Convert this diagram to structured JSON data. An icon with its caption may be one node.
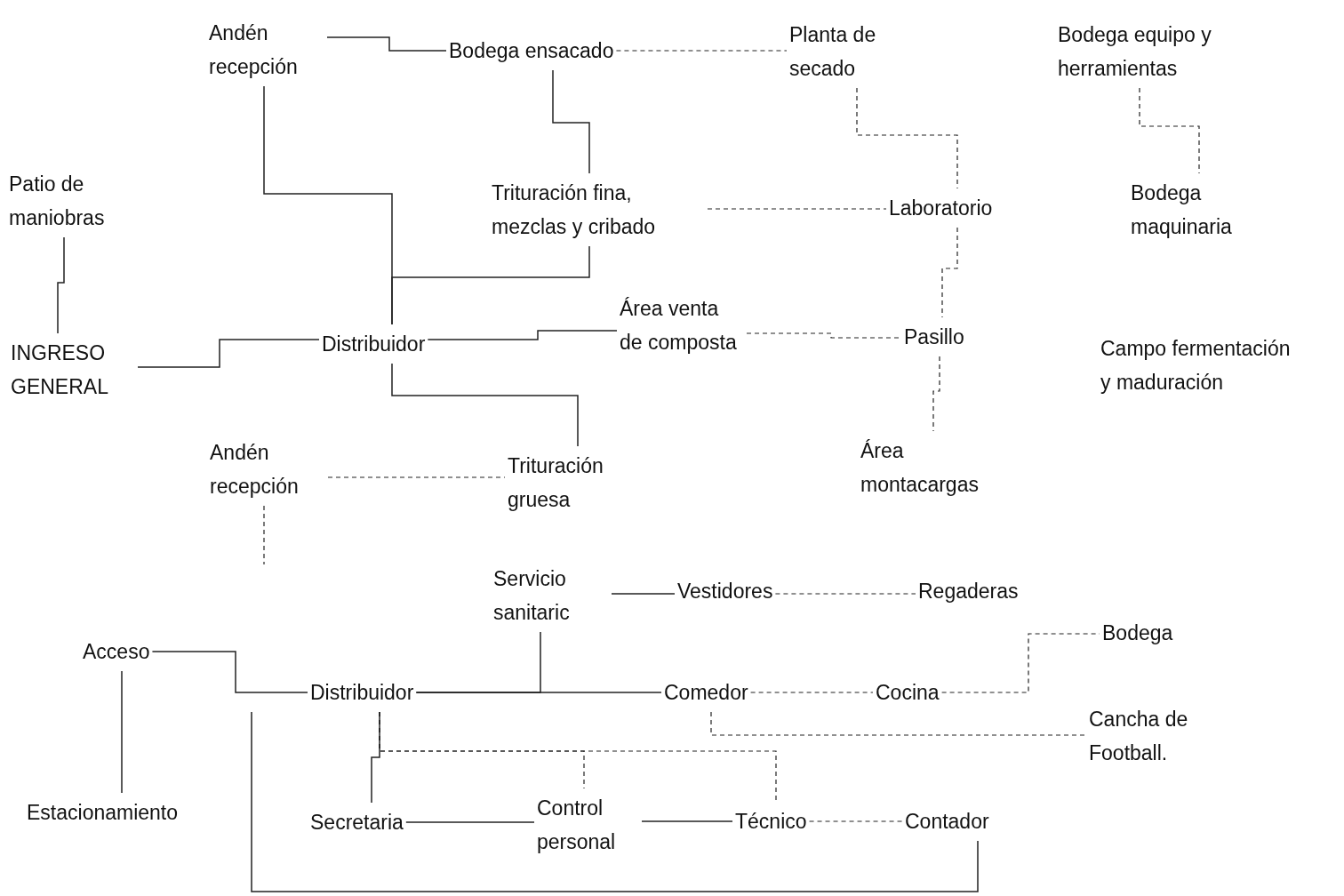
{
  "diagram": {
    "nodes": [
      {
        "text": [
          "Andén recepción"
        ]
      },
      {
        "text": [
          "Bodega ensacado"
        ]
      },
      {
        "text": [
          "Planta de secado"
        ]
      },
      {
        "text": [
          "Bodega equipo y herramientas"
        ]
      },
      {
        "text": [
          "Patio de maniobras"
        ]
      },
      {
        "text": [
          "Trituración fina, mezclas y cribado"
        ]
      },
      {
        "text": [
          "Laboratorio"
        ]
      },
      {
        "text": [
          "Bodega maquinaria"
        ]
      },
      {
        "text": [
          "Área venta de composta"
        ]
      },
      {
        "text": [
          "INGRESO GENERAL"
        ]
      },
      {
        "text": [
          "Distribuidor"
        ]
      },
      {
        "text": [
          "Pasillo"
        ]
      },
      {
        "text": [
          "Campo fermentación y maduración"
        ]
      },
      {
        "text": [
          "Andén recepción"
        ]
      },
      {
        "text": [
          "Trituración gruesa"
        ]
      },
      {
        "text": [
          "Área montacargas"
        ]
      },
      {
        "text": [
          "Servicio sanitaric"
        ]
      },
      {
        "text": [
          "Vestidores"
        ]
      },
      {
        "text": [
          "Regaderas"
        ]
      },
      {
        "text": [
          "Acceso"
        ]
      },
      {
        "text": [
          "Bodega"
        ]
      },
      {
        "text": [
          "Distribuidor"
        ]
      },
      {
        "text": [
          "Comedor"
        ]
      },
      {
        "text": [
          "Cocina"
        ]
      },
      {
        "text": [
          "Cancha de Football."
        ]
      },
      {
        "text": [
          "Estacionamiento"
        ]
      },
      {
        "text": [
          "Secretaria"
        ]
      },
      {
        "text": [
          "Control personal"
        ]
      },
      {
        "text": [
          "Técnico"
        ]
      },
      {
        "text": [
          "Contador"
        ]
      }
    ],
    "edges": [
      {
        "from": 0,
        "to": 1,
        "arrow": "none"
      },
      {
        "from": 1,
        "to": 2,
        "arrow": "none",
        "style": "dashed"
      },
      {
        "from": 1,
        "to": 5,
        "arrow": "none"
      },
      {
        "from": 0,
        "to": 10,
        "arrow": "none"
      },
      {
        "from": 5,
        "to": 10,
        "arrow": "none"
      },
      {
        "from": 2,
        "to": 6,
        "arrow": "none",
        "style": "dashed"
      },
      {
        "from": 3,
        "to": 7,
        "arrow": "none",
        "style": "dashed"
      },
      {
        "from": 5,
        "to": 6,
        "arrow": "none",
        "style": "dashed"
      },
      {
        "from": 6,
        "to": 11,
        "arrow": "none",
        "style": "dashed"
      },
      {
        "from": 4,
        "to": 9,
        "arrow": "none"
      },
      {
        "from": 9,
        "to": 10,
        "arrow": "none"
      },
      {
        "from": 10,
        "to": 8,
        "arrow": "none"
      },
      {
        "from": 8,
        "to": 11,
        "arrow": "none",
        "style": "dashed"
      },
      {
        "from": 10,
        "to": 14,
        "arrow": "none"
      },
      {
        "from": 11,
        "to": 15,
        "arrow": "none",
        "style": "dashed"
      },
      {
        "from": 13,
        "to": 14,
        "arrow": "none",
        "style": "dashed"
      },
      {
        "from": 13,
        "to": null,
        "arrow": "none",
        "style": "dashed"
      },
      {
        "from": 19,
        "to": 21,
        "arrow": "none"
      },
      {
        "from": 19,
        "to": 25,
        "arrow": "none"
      },
      {
        "from": 21,
        "to": 22,
        "arrow": "none"
      },
      {
        "from": 21,
        "to": 16,
        "arrow": "none"
      },
      {
        "from": 16,
        "to": 17,
        "arrow": "none"
      },
      {
        "from": 17,
        "to": 18,
        "arrow": "none",
        "style": "dashed"
      },
      {
        "from": 22,
        "to": 23,
        "arrow": "none",
        "style": "dashed"
      },
      {
        "from": 23,
        "to": 20,
        "arrow": "none",
        "style": "dashed"
      },
      {
        "from": 22,
        "to": 24,
        "arrow": "none",
        "style": "dashed"
      },
      {
        "from": 21,
        "to": 26,
        "arrow": "none"
      },
      {
        "from": 21,
        "to": 27,
        "arrow": "none",
        "style": "dashed"
      },
      {
        "from": 21,
        "to": 28,
        "arrow": "none",
        "style": "dashed"
      },
      {
        "from": 26,
        "to": 27,
        "arrow": "none"
      },
      {
        "from": 27,
        "to": 28,
        "arrow": "none"
      },
      {
        "from": 28,
        "to": 29,
        "arrow": "none",
        "style": "dashed"
      },
      {
        "from": 21,
        "to": 29,
        "arrow": "none"
      }
    ]
  }
}
